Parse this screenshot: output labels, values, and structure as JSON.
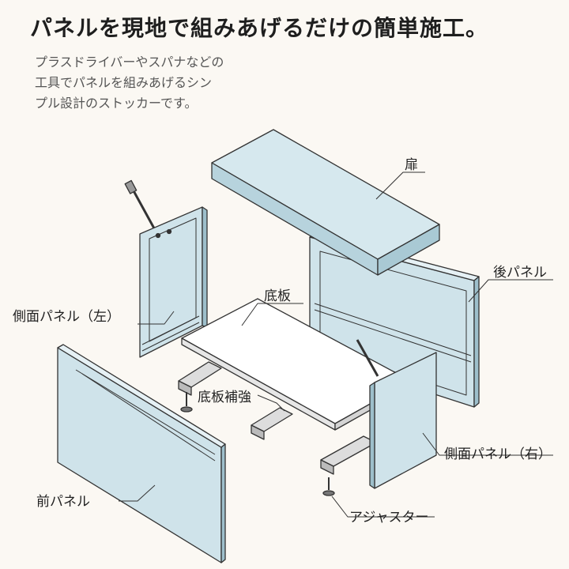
{
  "title": "パネルを現地で組みあげるだけの簡単施工。",
  "description": [
    "プラスドライバーやスパナなどの",
    "工具でパネルを組みあげるシン",
    "プル設計のストッカーです。"
  ],
  "labels": {
    "door": "扉",
    "rear_panel": "後パネル",
    "bottom_plate": "底板",
    "side_panel_left": "側面パネル（左）",
    "bottom_reinforcement": "底板補強",
    "side_panel_right": "側面パネル（右）",
    "front_panel": "前パネル",
    "adjuster": "アジャスター"
  },
  "colors": {
    "panel": "#cfe3ea",
    "panel_edge": "#9dbfcb",
    "board": "#ffffff",
    "line": "#333333"
  }
}
